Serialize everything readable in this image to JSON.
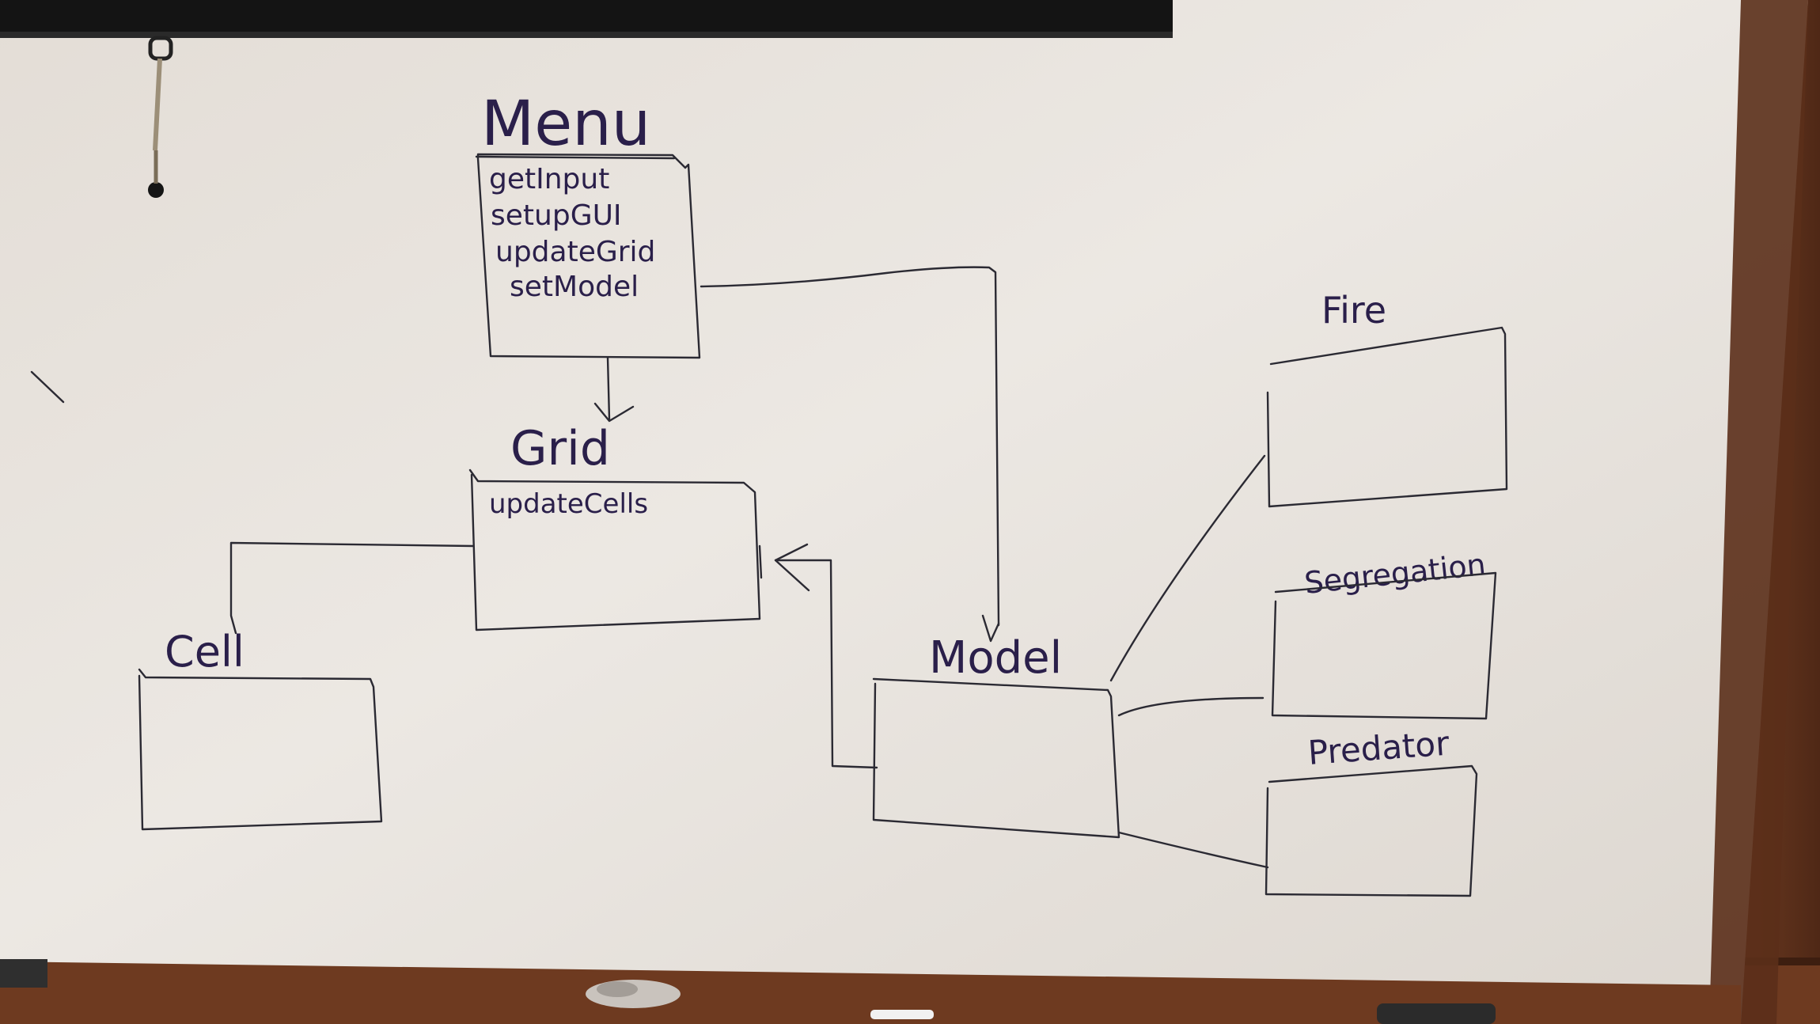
{
  "diagram": {
    "nodes": {
      "menu": {
        "title": "Menu",
        "methods": [
          "getInput",
          "setupGUI",
          "updateGrid",
          "setModel"
        ]
      },
      "grid": {
        "title": "Grid",
        "methods": [
          "updateCells"
        ]
      },
      "cell": {
        "title": "Cell",
        "methods": []
      },
      "model": {
        "title": "Model",
        "methods": []
      },
      "fire": {
        "title": "Fire",
        "methods": []
      },
      "segregation": {
        "title": "Segregation",
        "methods": []
      },
      "predator": {
        "title": "Predator",
        "methods": []
      }
    },
    "edges": [
      {
        "from": "Menu",
        "to": "Grid",
        "style": "arrow"
      },
      {
        "from": "Menu",
        "to": "Model",
        "style": "arrow"
      },
      {
        "from": "Model",
        "to": "Grid",
        "style": "arrow"
      },
      {
        "from": "Grid",
        "to": "Cell",
        "style": "line"
      },
      {
        "from": "Model",
        "to": "Fire",
        "style": "line"
      },
      {
        "from": "Model",
        "to": "Segregation",
        "style": "line"
      },
      {
        "from": "Model",
        "to": "Predator",
        "style": "line"
      }
    ]
  },
  "colors": {
    "whiteboard": "#e9e4de",
    "marker": "#2b2a33",
    "frame": "#6b3a22",
    "projector_bar": "#141414"
  }
}
